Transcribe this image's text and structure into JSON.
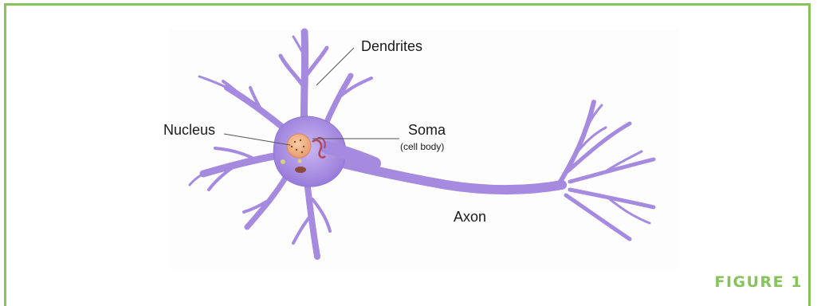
{
  "figure": {
    "caption_label": "FIGURE 1",
    "accent_color": "#86c45a"
  },
  "diagram": {
    "labels": {
      "dendrites": "Dendrites",
      "nucleus": "Nucleus",
      "soma": "Soma",
      "soma_sub": "(cell body)",
      "axon": "Axon"
    },
    "colors": {
      "neuron": "#a58ae0",
      "neuron_dark": "#8a6ccf",
      "nucleus": "#f2b48a",
      "organelle": "#b0485a"
    }
  }
}
